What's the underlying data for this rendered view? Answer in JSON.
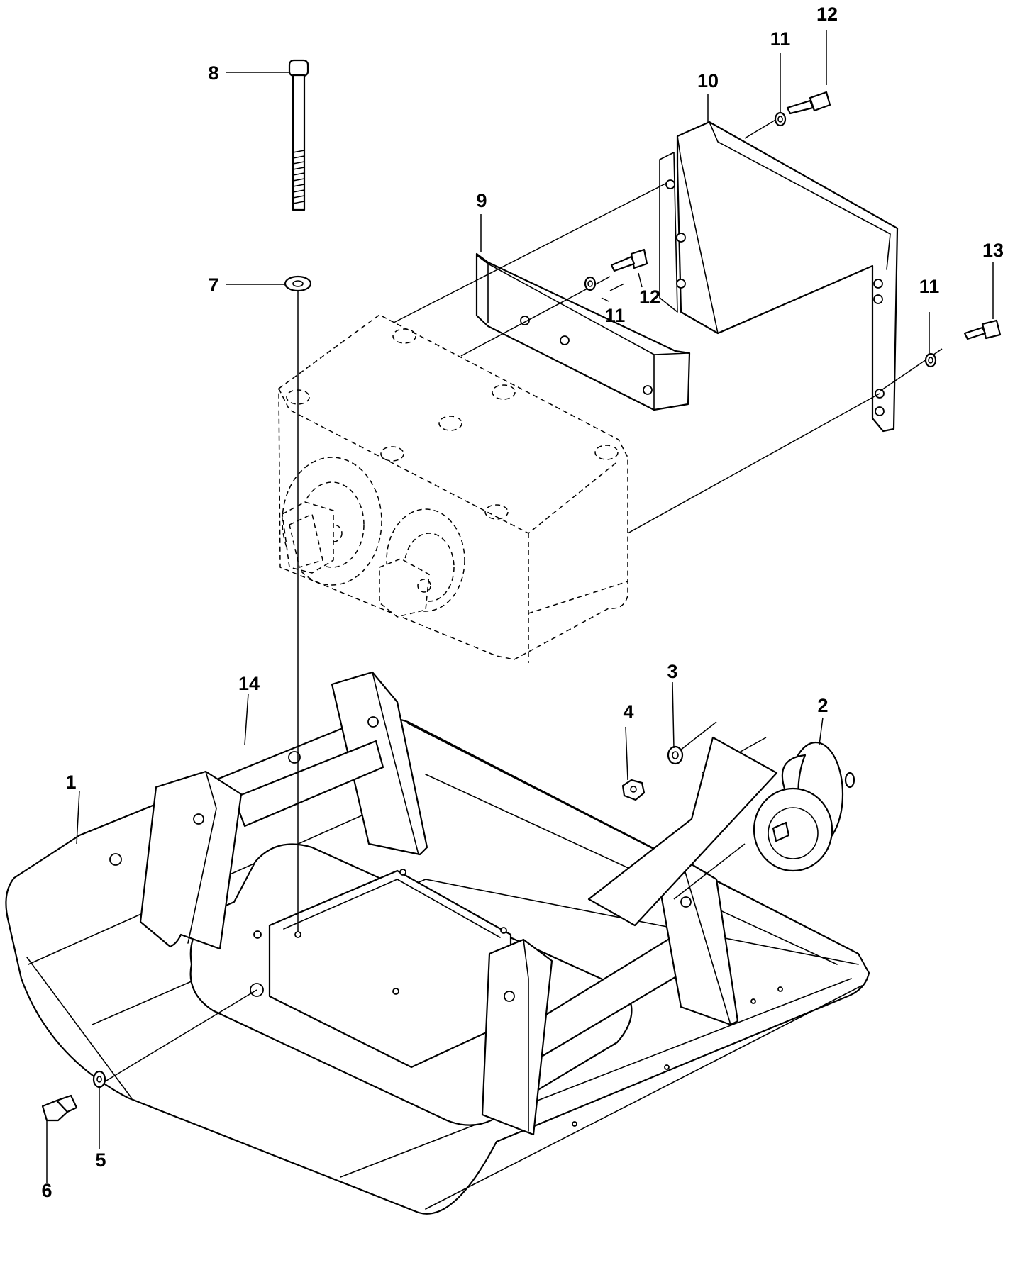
{
  "callouts": [
    {
      "id": "1",
      "text": "1"
    },
    {
      "id": "2",
      "text": "2"
    },
    {
      "id": "3",
      "text": "3"
    },
    {
      "id": "4",
      "text": "4"
    },
    {
      "id": "5",
      "text": "5"
    },
    {
      "id": "6",
      "text": "6"
    },
    {
      "id": "7",
      "text": "7"
    },
    {
      "id": "8",
      "text": "8"
    },
    {
      "id": "9",
      "text": "9"
    },
    {
      "id": "10",
      "text": "10"
    },
    {
      "id": "11a",
      "text": "11"
    },
    {
      "id": "11b",
      "text": "11"
    },
    {
      "id": "11c",
      "text": "11"
    },
    {
      "id": "12a",
      "text": "12"
    },
    {
      "id": "12b",
      "text": "12"
    },
    {
      "id": "13",
      "text": "13"
    },
    {
      "id": "14",
      "text": "14"
    }
  ]
}
